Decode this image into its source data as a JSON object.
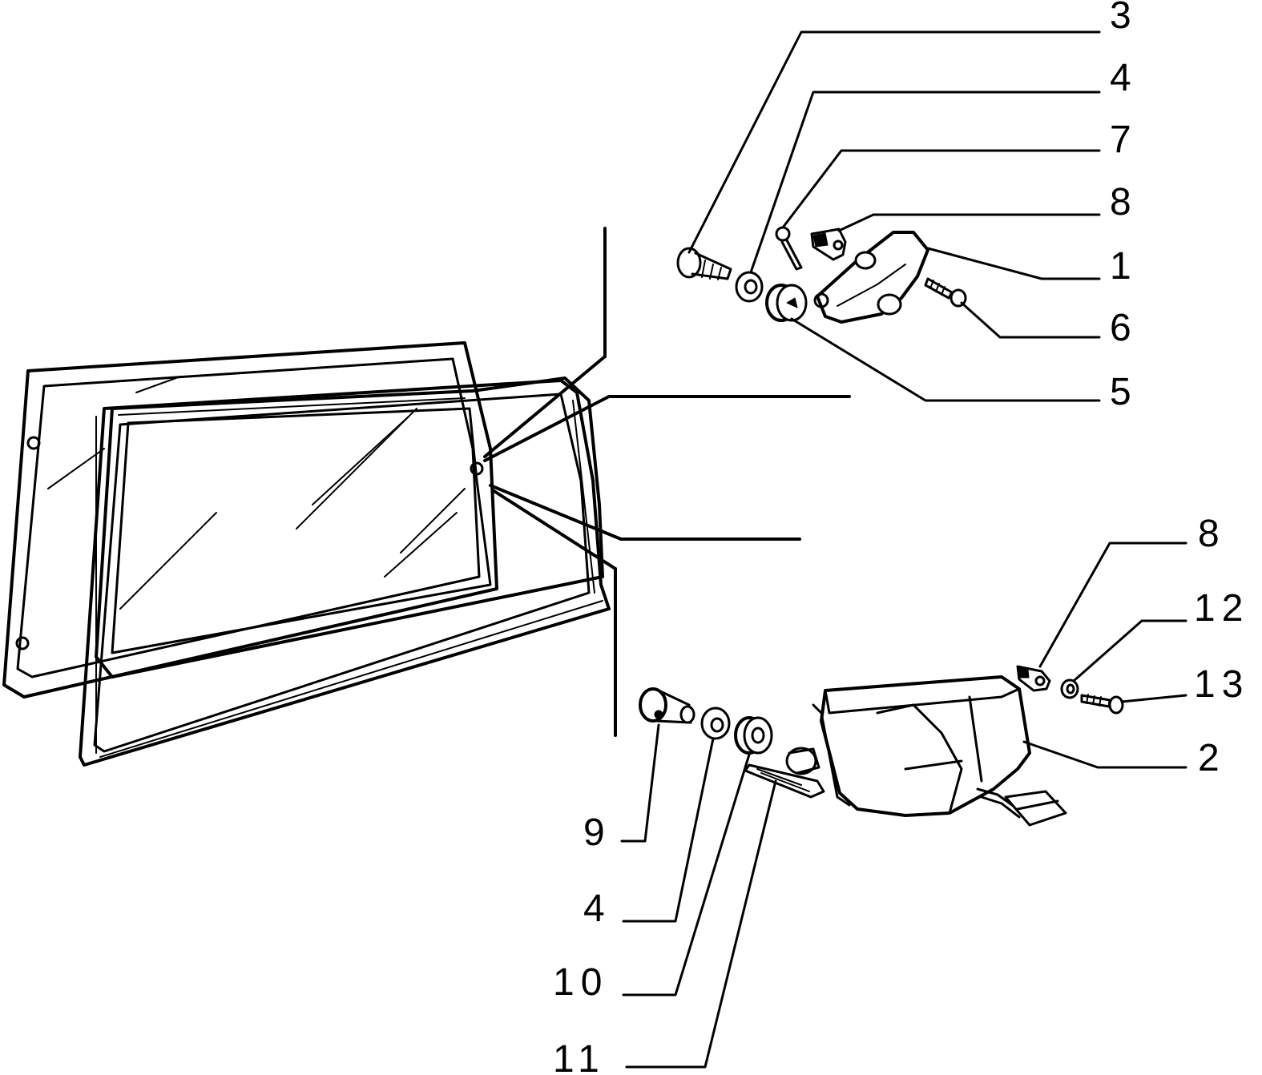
{
  "diagram": {
    "callouts": {
      "top_3": "3",
      "top_4": "4",
      "top_7": "7",
      "top_8": "8",
      "top_1": "1",
      "top_6": "6",
      "top_5": "5",
      "right_8": "8",
      "right_12": "12",
      "right_13": "13",
      "right_2": "2",
      "bottom_9": "9",
      "bottom_4": "4",
      "bottom_10": "10",
      "bottom_11": "11"
    },
    "ink_color": "#000000",
    "background_color": "#ffffff"
  }
}
